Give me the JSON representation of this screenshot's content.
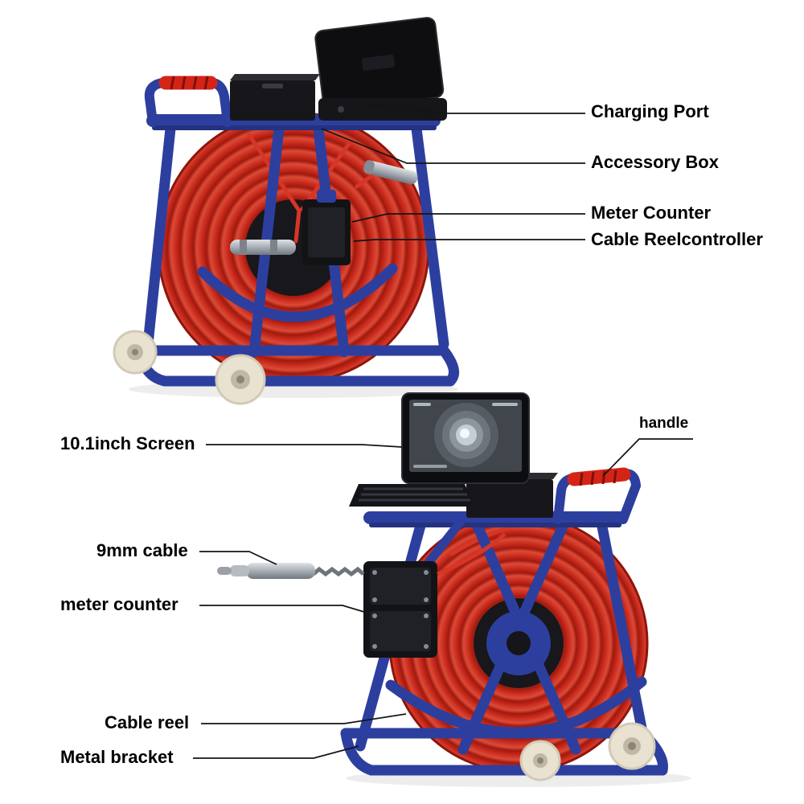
{
  "figure": {
    "description": "Pipe inspection camera cable reel system shown in two views with part callouts",
    "background": "#ffffff"
  },
  "colors": {
    "frame_blue": "#2d3f9e",
    "frame_blue_dark": "#24327f",
    "cable_red": "#c32619",
    "grip_red": "#d42417",
    "device_black": "#17171b",
    "wheel_cream": "#eae2d0",
    "silver": "#a8aeb5",
    "label_text": "#000000",
    "leader_line": "#141414"
  },
  "callouts_top": [
    {
      "label": "Charging Port"
    },
    {
      "label": "Accessory Box"
    },
    {
      "label": "Meter Counter"
    },
    {
      "label": "Cable Reelcontroller"
    }
  ],
  "callouts_bottom": [
    {
      "label": "handle"
    },
    {
      "label": "10.1inch Screen"
    },
    {
      "label": "9mm cable"
    },
    {
      "label": "meter counter"
    },
    {
      "label": "Cable reel"
    },
    {
      "label": "Metal bracket"
    }
  ]
}
